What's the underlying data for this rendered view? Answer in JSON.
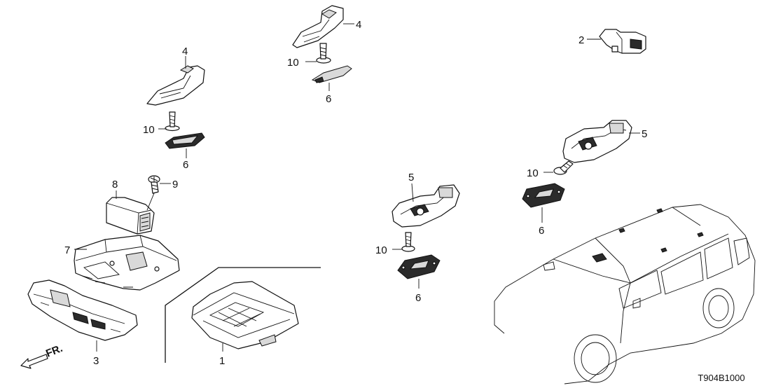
{
  "diagram": {
    "code": "T904B1000",
    "direction_label": "FR.",
    "callouts": {
      "c1": "1",
      "c2": "2",
      "c3": "3",
      "c4a": "4",
      "c4b": "4",
      "c5a": "5",
      "c5b": "5",
      "c6a": "6",
      "c6b": "6",
      "c6c": "6",
      "c6d": "6",
      "c7": "7",
      "c8": "8",
      "c9": "9",
      "c10a": "10",
      "c10b": "10",
      "c10c": "10",
      "c10d": "10"
    }
  }
}
